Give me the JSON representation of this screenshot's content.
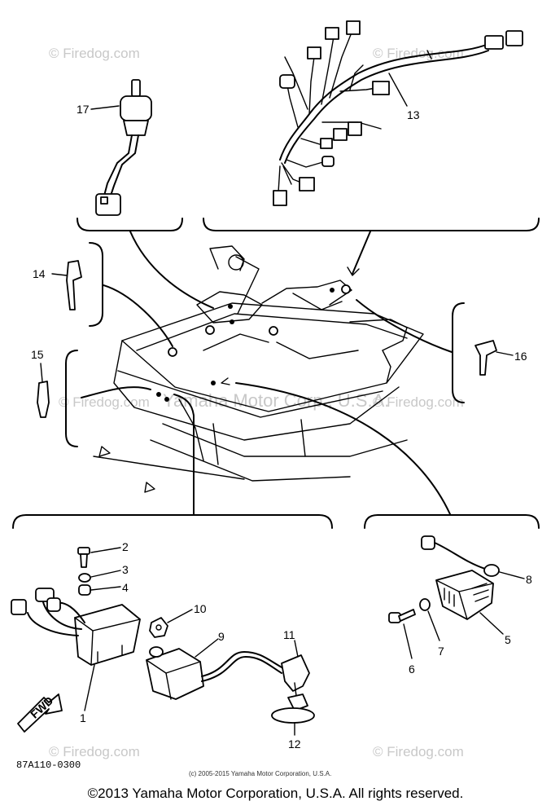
{
  "watermarks": {
    "top_left": "© Firedog.com",
    "top_right": "© Firedog.com",
    "mid_left": "© Firedog.com",
    "mid_center": "Yamaha Motor Corp., U.S.A.",
    "mid_right": "© Firedog.com",
    "bottom_left": "© Firedog.com",
    "bottom_right": "© Firedog.com"
  },
  "callouts": {
    "c1": "1",
    "c2": "2",
    "c3": "3",
    "c4": "4",
    "c5": "5",
    "c6": "6",
    "c7": "7",
    "c8": "8",
    "c9": "9",
    "c10": "10",
    "c11": "11",
    "c12": "12",
    "c13": "13",
    "c14": "14",
    "c15": "15",
    "c16": "16",
    "c17": "17"
  },
  "direction_arrow": "FWD",
  "diagram_number": "87A110-0300",
  "fine_print": "(c) 2005-2015 Yamaha Motor Corporation, U.S.A.",
  "copyright": "©2013 Yamaha Motor Corporation, U.S.A. All rights reserved."
}
